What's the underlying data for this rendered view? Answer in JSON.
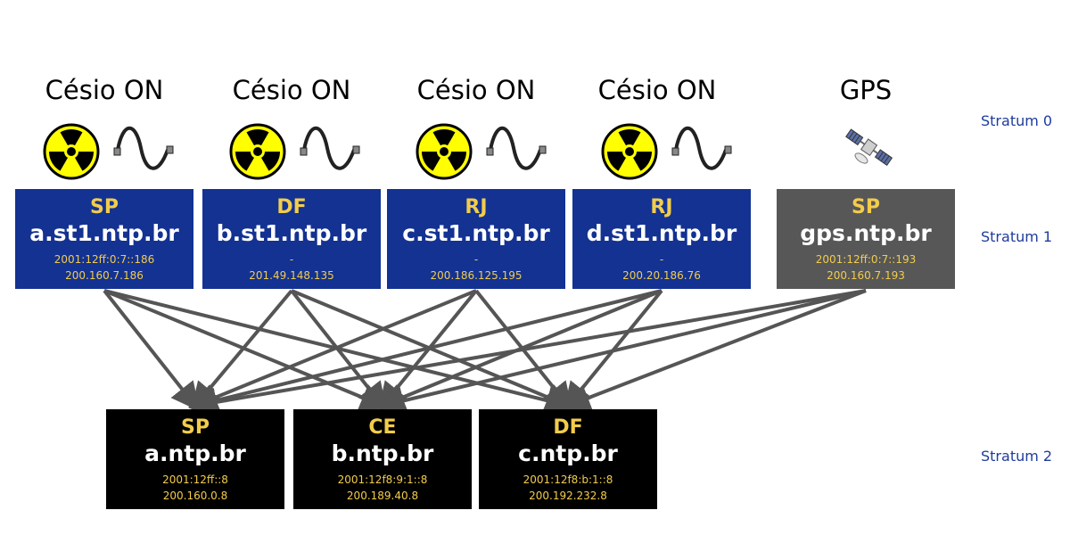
{
  "sources": [
    {
      "label": "Césio ON",
      "icon": "radiation-icon"
    },
    {
      "label": "Césio ON",
      "icon": "radiation-icon"
    },
    {
      "label": "Césio ON",
      "icon": "radiation-icon"
    },
    {
      "label": "Césio ON",
      "icon": "radiation-icon"
    },
    {
      "label": "GPS",
      "icon": "satellite-icon"
    }
  ],
  "stratum1": [
    {
      "state": "SP",
      "host": "a.st1.ntp.br",
      "ipv6": "2001:12ff:0:7::186",
      "ipv4": "200.160.7.186"
    },
    {
      "state": "DF",
      "host": "b.st1.ntp.br",
      "ipv6": "-",
      "ipv4": "201.49.148.135"
    },
    {
      "state": "RJ",
      "host": "c.st1.ntp.br",
      "ipv6": "-",
      "ipv4": "200.186.125.195"
    },
    {
      "state": "RJ",
      "host": "d.st1.ntp.br",
      "ipv6": "-",
      "ipv4": "200.20.186.76"
    },
    {
      "state": "SP",
      "host": "gps.ntp.br",
      "ipv6": "2001:12ff:0:7::193",
      "ipv4": "200.160.7.193"
    }
  ],
  "stratum2": [
    {
      "state": "SP",
      "host": "a.ntp.br",
      "ipv6": "2001:12ff::8",
      "ipv4": "200.160.0.8"
    },
    {
      "state": "CE",
      "host": "b.ntp.br",
      "ipv6": "2001:12f8:9:1::8",
      "ipv4": "200.189.40.8"
    },
    {
      "state": "DF",
      "host": "c.ntp.br",
      "ipv6": "2001:12f8:b:1::8",
      "ipv4": "200.192.232.8"
    }
  ],
  "stratum_labels": [
    "Stratum 0",
    "Stratum 1",
    "Stratum 2"
  ],
  "colors": {
    "stratum1_box": "#133292",
    "gps_box": "#575757",
    "stratum2_box": "#000000",
    "state_text": "#f2cc4c",
    "arrow": "#555555",
    "stratum_label": "#1f3c9c",
    "radiation_yellow": "#ffff00"
  }
}
